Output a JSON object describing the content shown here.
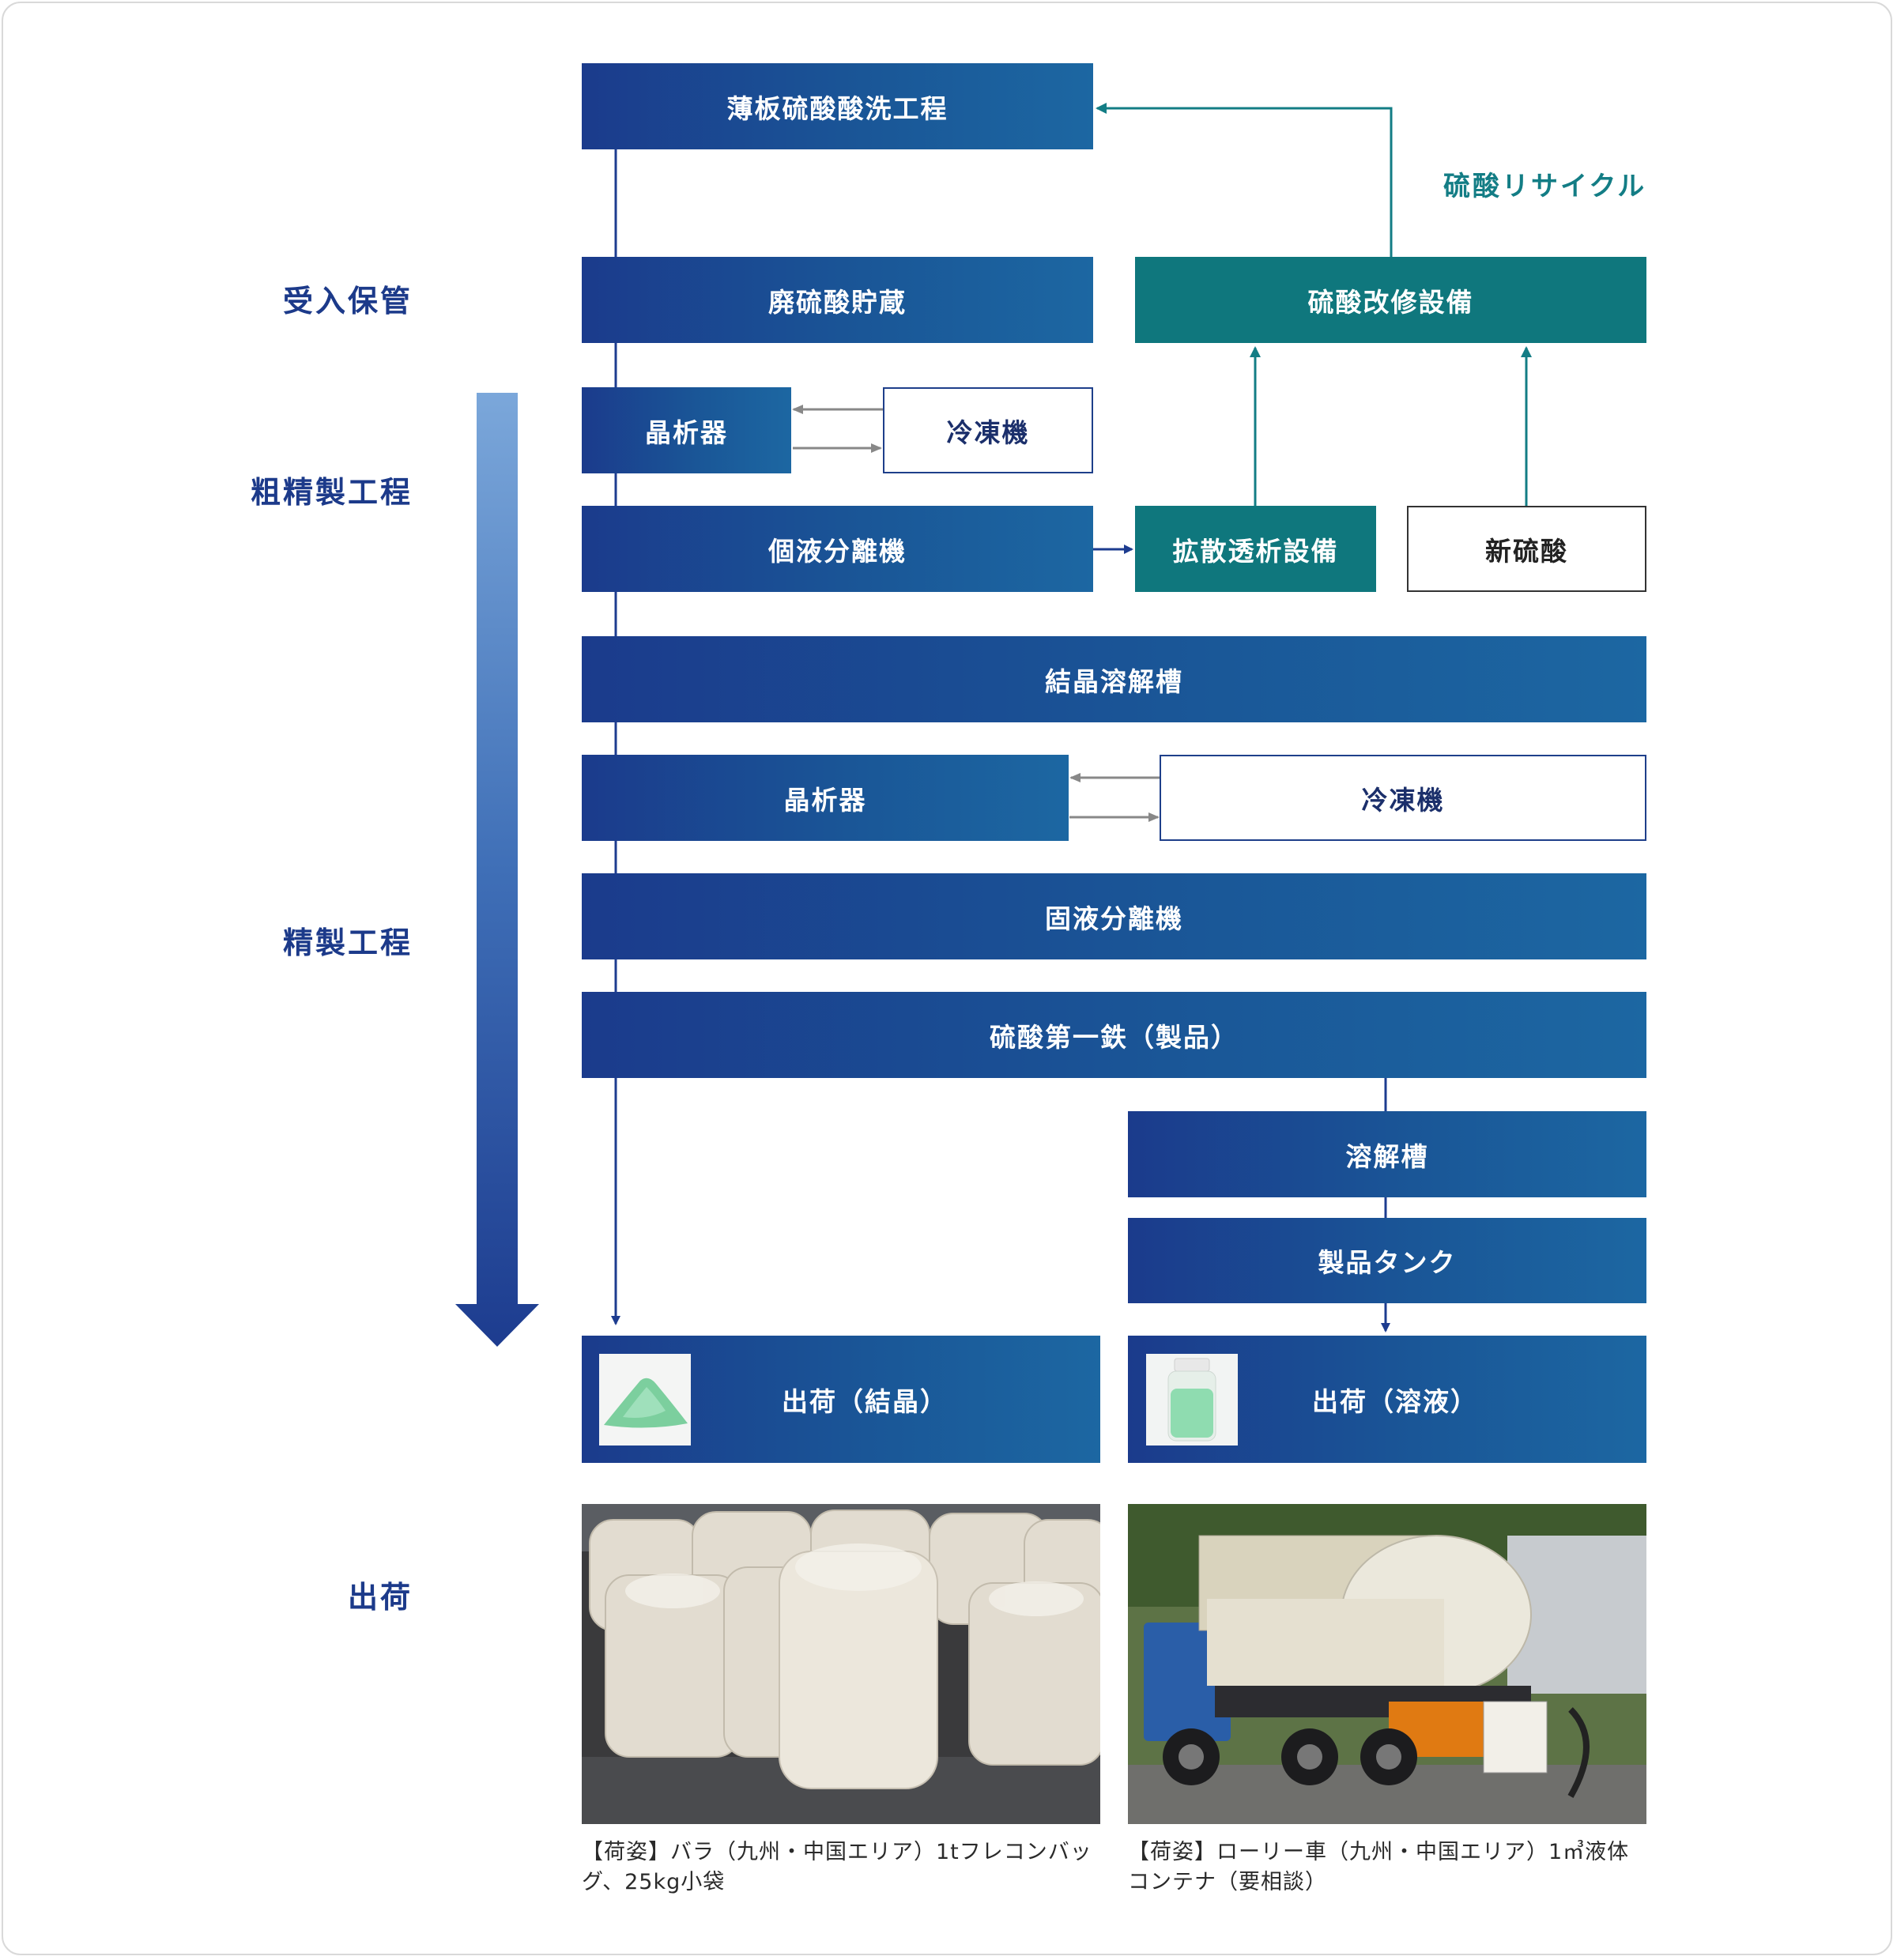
{
  "stages": {
    "receiving": "受入保管",
    "rough": "粗精製工程",
    "refining": "精製工程",
    "shipping": "出荷"
  },
  "recycle_label": "硫酸リサイクル",
  "boxes": {
    "pickling": "薄板硫酸酸洗工程",
    "waste_storage": "廃硫酸貯蔵",
    "acid_reform": "硫酸改修設備",
    "crystallizer1": "晶析器",
    "refrigerator1": "冷凍機",
    "separator1": "個液分離機",
    "diffusion_dialysis": "拡散透析設備",
    "new_acid": "新硫酸",
    "crystal_dissolve": "結晶溶解槽",
    "crystallizer2": "晶析器",
    "refrigerator2": "冷凍機",
    "separator2": "固液分離機",
    "product": "硫酸第一鉄（製品）",
    "dissolve_tank": "溶解槽",
    "product_tank": "製品タンク",
    "ship_crystal": "出荷（結晶）",
    "ship_solution": "出荷（溶液）"
  },
  "captions": {
    "crystal_line1": "【荷姿】バラ（九州・中国エリア）1tフレコンバッ",
    "crystal_line2": "グ、25kg小袋",
    "solution_line1": "【荷姿】ローリー車（九州・中国エリア）1㎥液体",
    "solution_line2": "コンテナ（要相談）"
  },
  "colors": {
    "blue_start": "#1b3b8c",
    "blue_end": "#1c67a2",
    "teal": "#0f777d",
    "stage_text": "#1c3a8a",
    "recycle_text": "#137d85"
  }
}
